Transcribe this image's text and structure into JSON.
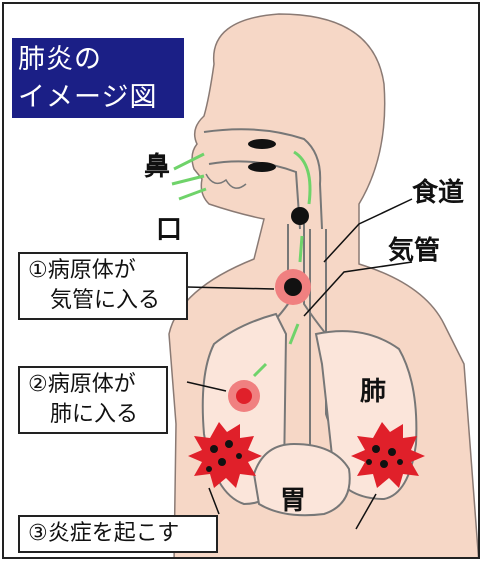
{
  "title": "肺炎の\nイメージ図",
  "labels": {
    "nose": "鼻",
    "mouth": "口",
    "esophagus": "食道",
    "trachea": "気管",
    "lung": "肺",
    "stomach": "胃"
  },
  "callouts": {
    "step1": "①病原体が\n　気管に入る",
    "step2": "②病原体が\n　肺に入る",
    "step3": "③炎症を起こす"
  },
  "colors": {
    "skin": "#f6d7c6",
    "title_bg": "#1b1f86",
    "pathogen_red": "#e0202a",
    "airflow_green": "#6fd36a",
    "outline": "#777777"
  }
}
